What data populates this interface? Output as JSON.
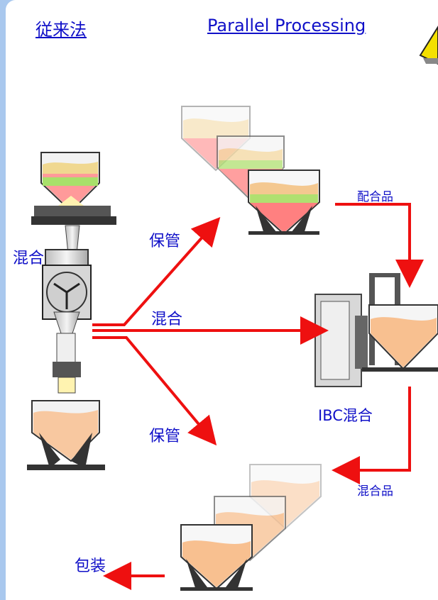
{
  "header": {
    "left_title": "従来法",
    "right_title": "Parallel Processing"
  },
  "labels": {
    "mix_left": "混合",
    "store_upper": "保管",
    "mix_middle": "混合",
    "store_lower": "保管",
    "blended_upper": "配合品",
    "ibc_mix": "IBC混合",
    "blended_lower": "混合品",
    "packaging": "包装"
  },
  "colors": {
    "accent_text": "#1010c8",
    "arrow": "#ee1010",
    "frame": "#a9c8ee",
    "warning": "#f4e000"
  }
}
